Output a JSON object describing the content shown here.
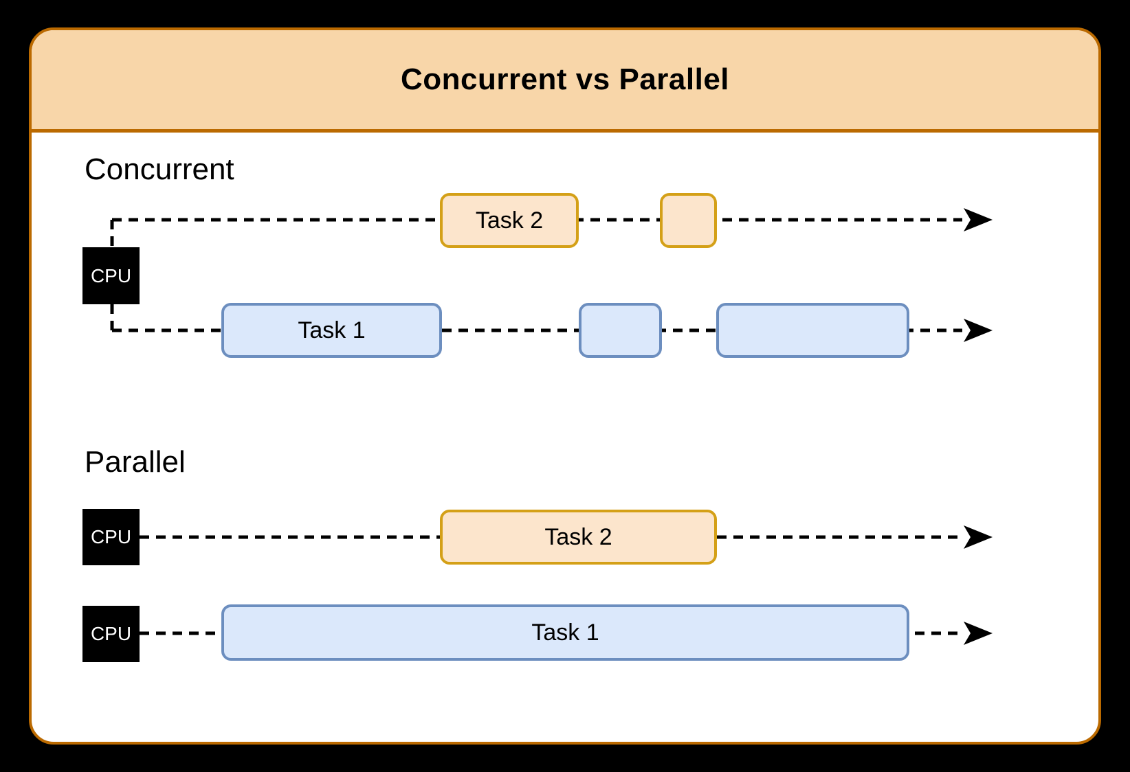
{
  "title": "Concurrent vs Parallel",
  "concurrent": {
    "label": "Concurrent",
    "cpu": "CPU",
    "task2": "Task 2",
    "task1": "Task 1"
  },
  "parallel": {
    "label": "Parallel",
    "cpu1": "CPU",
    "cpu2": "CPU",
    "task2": "Task 2",
    "task1": "Task 1"
  },
  "colors": {
    "background": "#000000",
    "card_border": "#BB6A00",
    "header_fill": "#F8D6A9",
    "body_fill": "#FFFFFF",
    "orange_fill": "#FCE5CC",
    "orange_border": "#D4A017",
    "blue_fill": "#DBE8FB",
    "blue_border": "#6C8EBF",
    "cpu_fill": "#000000",
    "cpu_text": "#FFFFFF",
    "line_color": "#000000"
  }
}
